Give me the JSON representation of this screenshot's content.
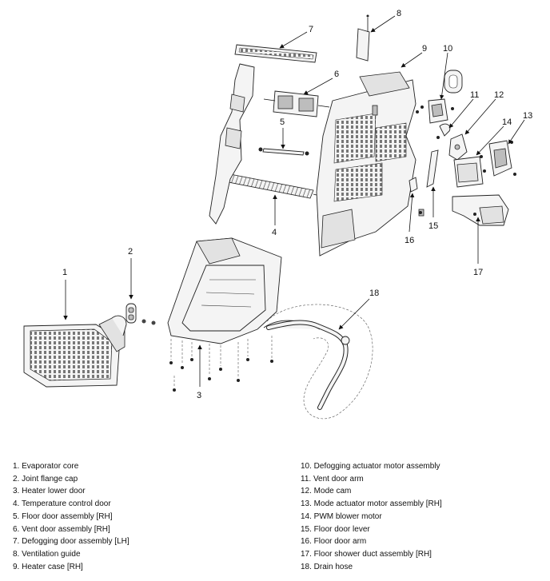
{
  "callouts": [
    "1",
    "2",
    "3",
    "4",
    "5",
    "6",
    "7",
    "8",
    "9",
    "10",
    "11",
    "12",
    "13",
    "14",
    "15",
    "16",
    "17",
    "18"
  ],
  "legend": {
    "left": [
      "1. Evaporator core",
      "2. Joint flange cap",
      "3. Heater lower door",
      "4. Temperature control door",
      "5. Floor door assembly [RH]",
      "6. Vent door assembly [RH]",
      "7. Defogging door assembly [LH]",
      "8. Ventilation guide",
      "9. Heater case [RH]"
    ],
    "right": [
      "10. Defogging actuator motor assembly",
      "11. Vent door arm",
      "12. Mode cam",
      "13. Mode actuator motor assembly [RH]",
      "14. PWM blower motor",
      "15. Floor door lever",
      "16. Floor door arm",
      "17. Floor shower duct assembly [RH]",
      "18. Drain hose"
    ]
  }
}
